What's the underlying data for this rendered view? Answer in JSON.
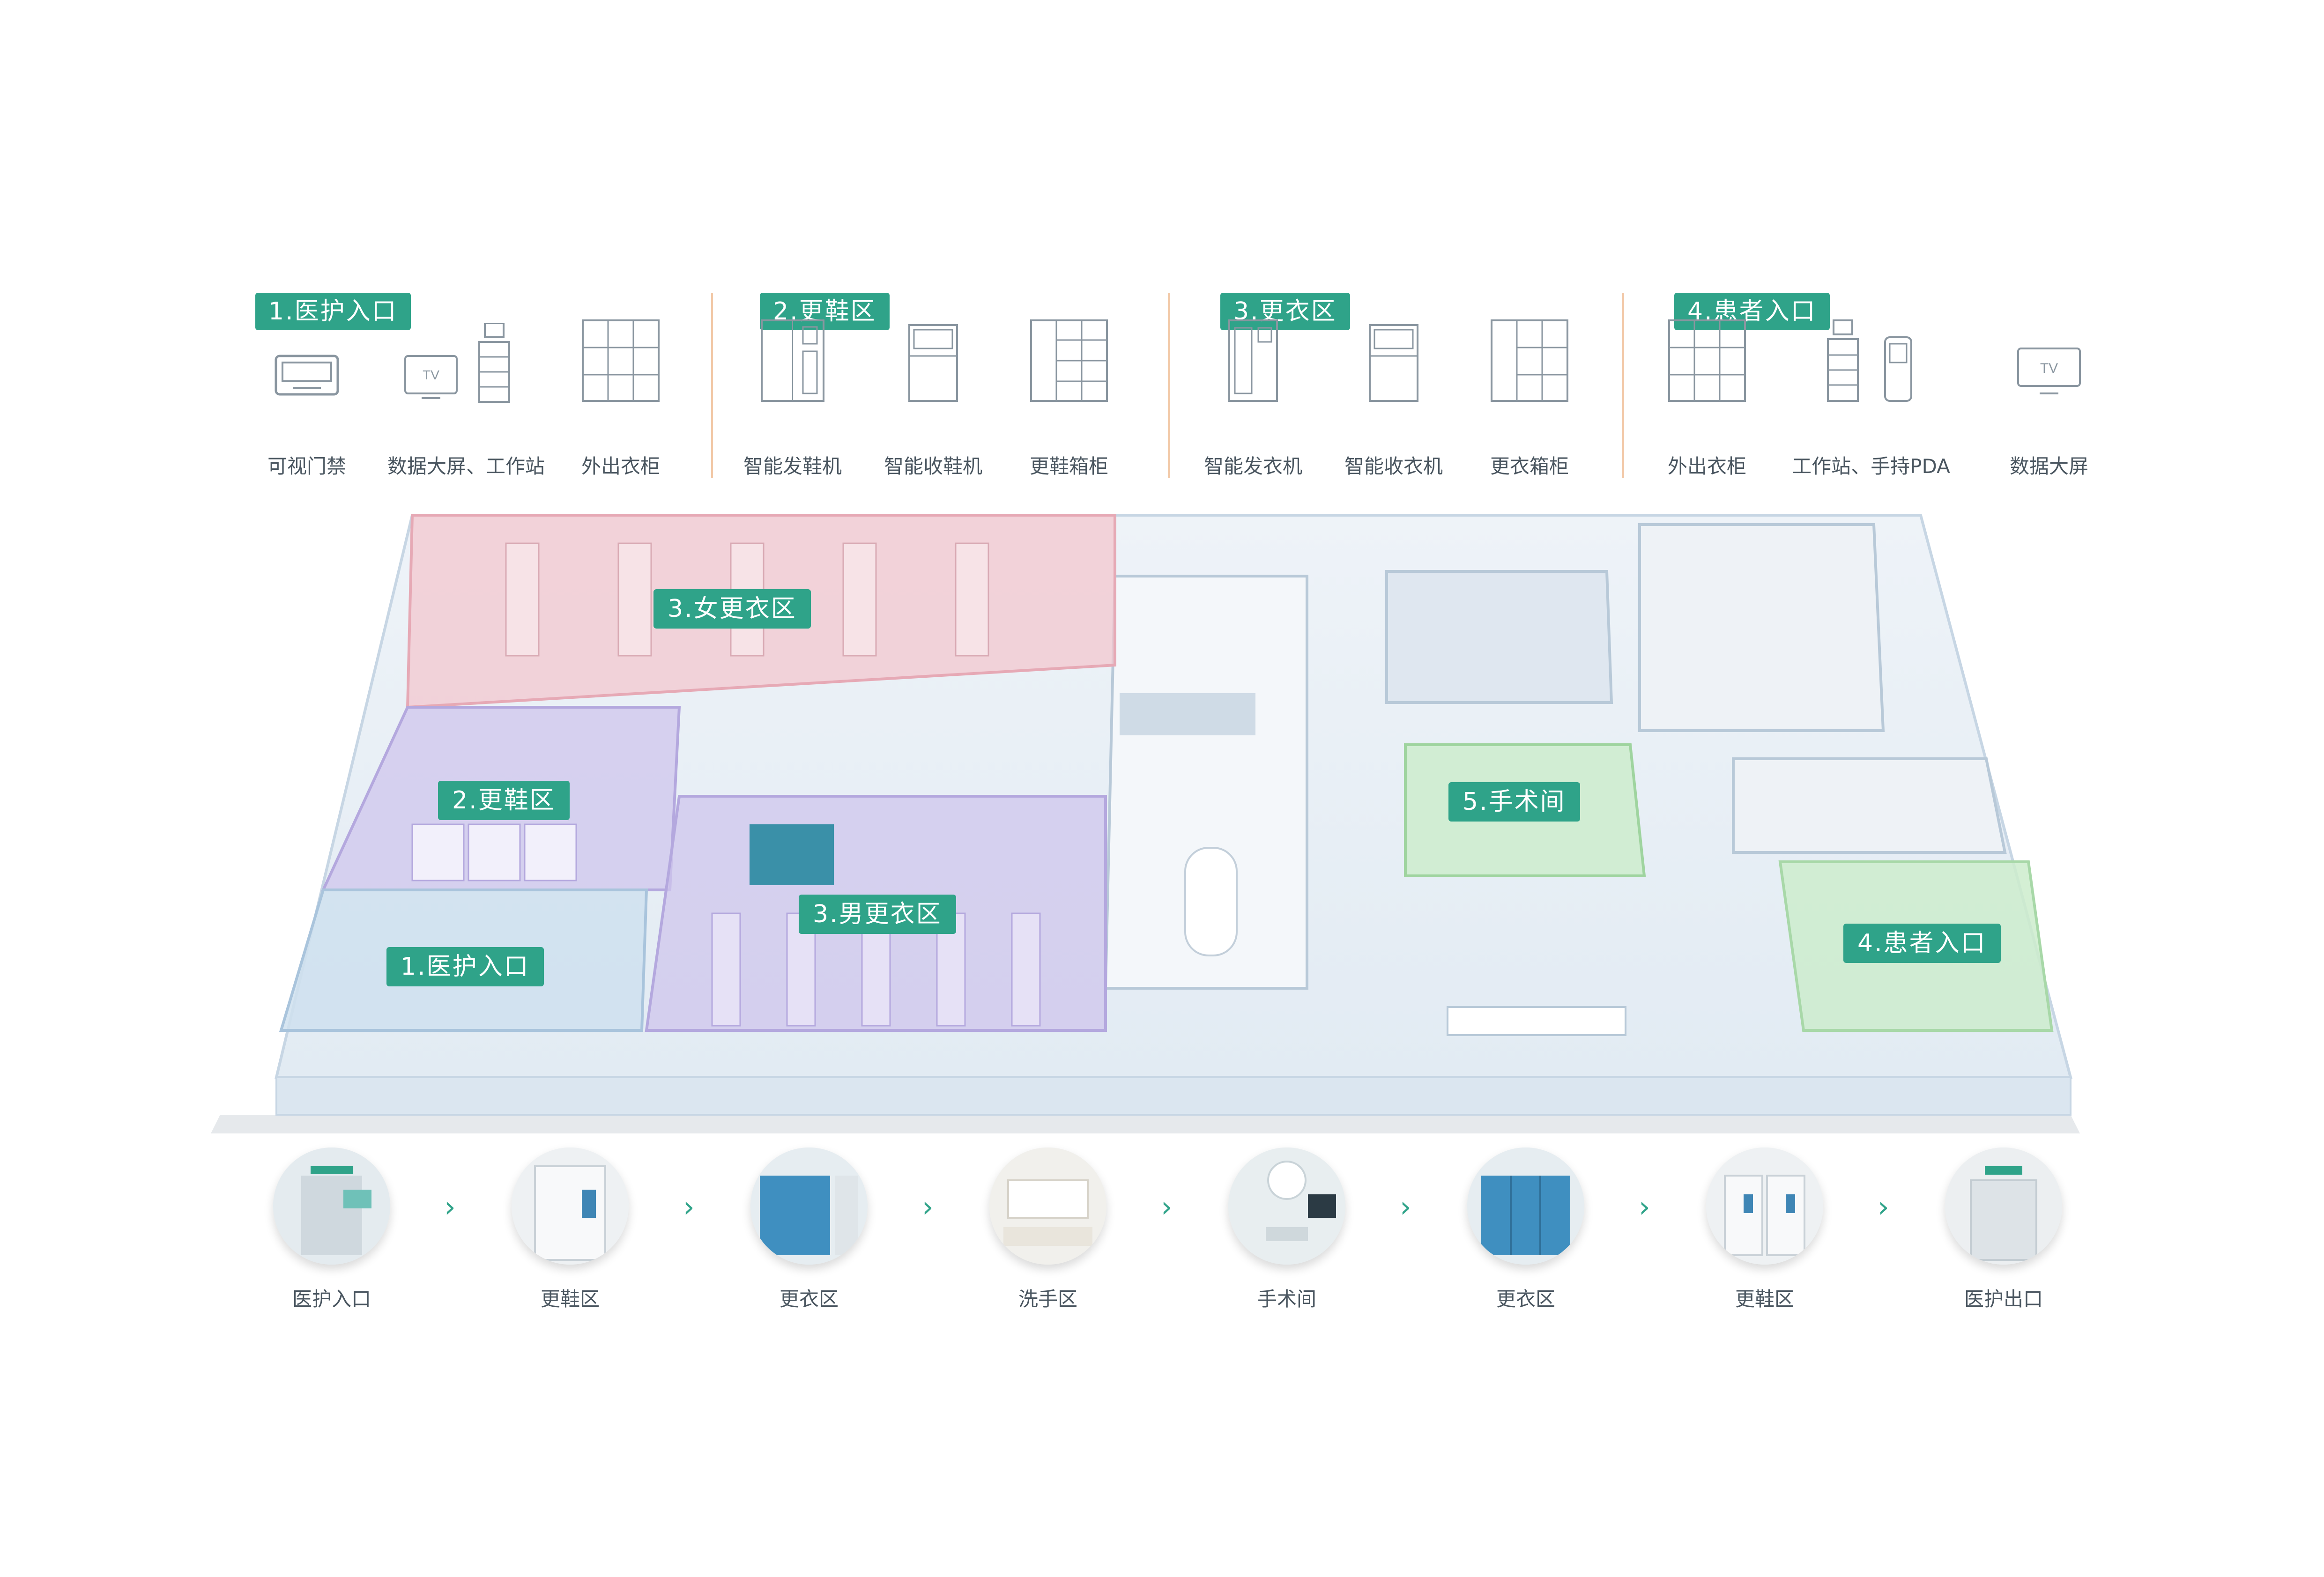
{
  "colors": {
    "accent": "#2fa389",
    "separator": "#f2c9a8",
    "zone_pink": "#f3c7cf",
    "zone_purple": "#cfc6ec",
    "zone_blue": "#cfe0ee",
    "zone_green": "#cdeccd"
  },
  "legend": {
    "groups": [
      {
        "tag": "1.医护入口",
        "items": [
          {
            "label": "可视门禁",
            "icon": "access-panel-icon"
          },
          {
            "label": "数据大屏、工作站",
            "icon": "tv-workstation-icon"
          },
          {
            "label": "外出衣柜",
            "icon": "locker-icon"
          }
        ]
      },
      {
        "tag": "2.更鞋区",
        "items": [
          {
            "label": "智能发鞋机",
            "icon": "dispenser-machine-icon"
          },
          {
            "label": "智能收鞋机",
            "icon": "collector-machine-icon"
          },
          {
            "label": "更鞋箱柜",
            "icon": "locker-icon"
          }
        ]
      },
      {
        "tag": "3.更衣区",
        "items": [
          {
            "label": "智能发衣机",
            "icon": "dispenser-machine-icon"
          },
          {
            "label": "智能收衣机",
            "icon": "collector-machine-icon"
          },
          {
            "label": "更衣箱柜",
            "icon": "locker-icon"
          }
        ]
      },
      {
        "tag": "4.患者入口",
        "items": [
          {
            "label": "外出衣柜",
            "icon": "locker-icon"
          },
          {
            "label": "工作站、手持PDA",
            "icon": "workstation-pda-icon"
          },
          {
            "label": "数据大屏",
            "icon": "tv-icon"
          }
        ]
      }
    ]
  },
  "zones": [
    {
      "id": "women",
      "label": "3.女更衣区",
      "color": "#f3c7cf"
    },
    {
      "id": "shoes",
      "label": "2.更鞋区",
      "color": "#cfc6ec"
    },
    {
      "id": "men",
      "label": "3.男更衣区",
      "color": "#cfc6ec"
    },
    {
      "id": "staff",
      "label": "1.医护入口",
      "color": "#cfe0ee"
    },
    {
      "id": "or",
      "label": "5.手术间",
      "color": "#cdeccd"
    },
    {
      "id": "patient",
      "label": "4.患者入口",
      "color": "#cdeccd"
    }
  ],
  "flow": {
    "steps": [
      {
        "label": "医护入口",
        "scene": "entrance-door"
      },
      {
        "label": "更鞋区",
        "scene": "shoe-machine"
      },
      {
        "label": "更衣区",
        "scene": "locker-room"
      },
      {
        "label": "洗手区",
        "scene": "wash-basin"
      },
      {
        "label": "手术间",
        "scene": "operating-room"
      },
      {
        "label": "更衣区",
        "scene": "locker-room"
      },
      {
        "label": "更鞋区",
        "scene": "shoe-machine"
      },
      {
        "label": "医护出口",
        "scene": "exit-door"
      }
    ],
    "arrow": "›"
  }
}
